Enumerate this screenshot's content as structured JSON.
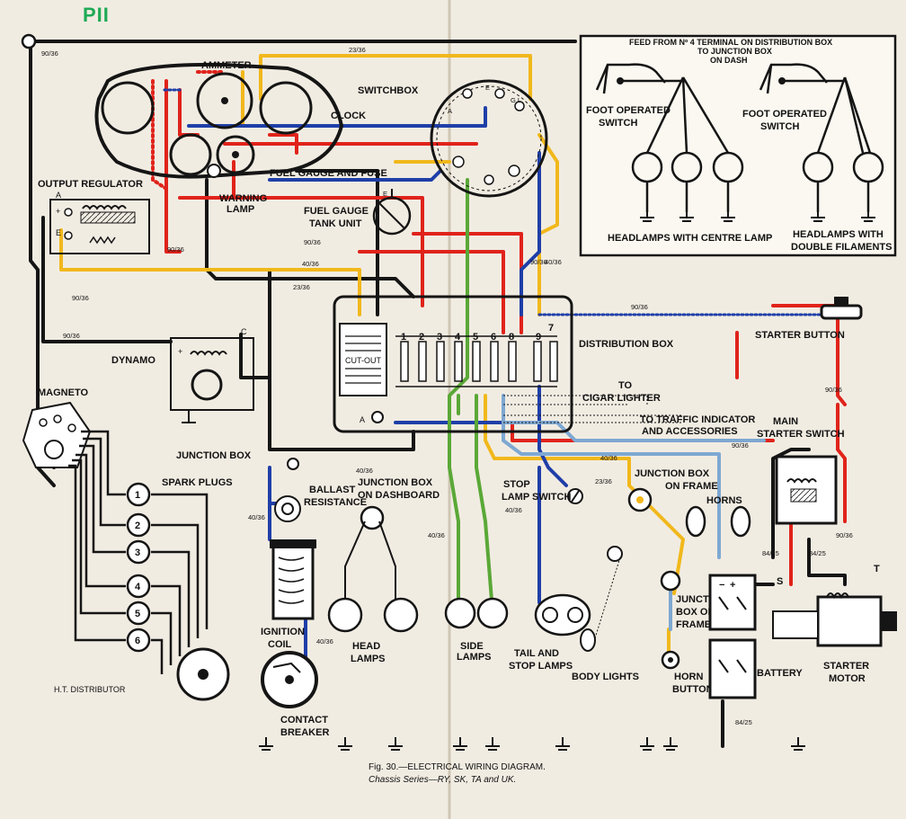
{
  "badge": "PII",
  "labels": {
    "ammeter": "AMMETER",
    "clock": "CLOCK",
    "switchbox": "SWITCHBOX",
    "fuel_gauge_fuse": "FUEL GAUGE AND FUSE",
    "warning_lamp_1": "WARNING",
    "warning_lamp_2": "LAMP",
    "fuel_tank_1": "FUEL GAUGE",
    "fuel_tank_2": "TANK UNIT",
    "output_regulator": "OUTPUT REGULATOR",
    "dynamo": "DYNAMO",
    "magneto": "MAGNETO",
    "spark_plugs": "SPARK PLUGS",
    "junction_box": "JUNCTION BOX",
    "ballast_1": "BALLAST",
    "ballast_2": "RESISTANCE",
    "ignition_1": "IGNITION",
    "ignition_2": "COIL",
    "contact_1": "CONTACT",
    "contact_2": "BREAKER",
    "ht_distributor": "H.T. DISTRIBUTOR",
    "jb_dash_1": "JUNCTION BOX",
    "jb_dash_2": "ON DASHBOARD",
    "head_lamps_1": "HEAD",
    "head_lamps_2": "LAMPS",
    "side_lamps_1": "SIDE",
    "side_lamps_2": "LAMPS",
    "tail_stop_1": "TAIL AND",
    "tail_stop_2": "STOP LAMPS",
    "stop_switch_1": "STOP",
    "stop_switch_2": "LAMP SWITCH",
    "body_lights": "BODY LIGHTS",
    "distribution_box": "DISTRIBUTION BOX",
    "cut_out": "CUT-OUT",
    "cigar_1": "TO",
    "cigar_2": "CIGAR LIGHTER",
    "traffic_1": "TO TRAFFIC INDICATOR",
    "traffic_2": "AND ACCESSORIES",
    "jb_frame_top_1": "JUNCTION  BOX",
    "jb_frame_top_2": "ON  FRAME",
    "horns": "HORNS",
    "jb_frame_1": "JUNCTION",
    "jb_frame_2": "BOX ON",
    "jb_frame_3": "FRAME",
    "horn_button_1": "HORN",
    "horn_button_2": "BUTTON",
    "battery": "BATTERY",
    "starter_motor_1": "STARTER",
    "starter_motor_2": "MOTOR",
    "starter_button": "STARTER BUTTON",
    "main_starter_1": "MAIN",
    "main_starter_2": "STARTER SWITCH"
  },
  "inset": {
    "feed_1": "FEED FROM Nº 4 TERMINAL ON DISTRIBUTION BOX",
    "feed_2": "TO JUNCTION BOX",
    "feed_3": "ON DASH",
    "foot_left_1": "FOOT OPERATED",
    "foot_left_2": "SWITCH",
    "foot_right_1": "FOOT  OPERATED",
    "foot_right_2": "SWITCH",
    "headlamps_centre": "HEADLAMPS WITH CENTRE LAMP",
    "headlamps_double_1": "HEADLAMPS  WITH",
    "headlamps_double_2": "DOUBLE  FILAMENTS"
  },
  "wire_gauges": {
    "g9036": "90/36",
    "g2336": "23/36",
    "g4036": "40/36",
    "g8425": "84/25"
  },
  "terminals": {
    "a": "A",
    "c": "C",
    "e": "E",
    "s": "S",
    "t": "T",
    "gl": "G.L.",
    "plus": "+",
    "minus": "−"
  },
  "distribution_terminals": [
    "1",
    "2",
    "3",
    "4",
    "5",
    "6",
    "7",
    "8",
    "9"
  ],
  "spark_numbers": [
    "1",
    "2",
    "3",
    "4",
    "5",
    "6"
  ],
  "caption_1": "Fig. 30.—ELECTRICAL WIRING DIAGRAM.",
  "caption_2": "Chassis Series—RY, SK, TA and UK.",
  "wire_colors": {
    "red": "#e0231b",
    "yellow": "#f1b81c",
    "blue": "#1f3fa8",
    "green": "#5aa837",
    "lightblue": "#7ea8d2",
    "black": "#151515"
  }
}
